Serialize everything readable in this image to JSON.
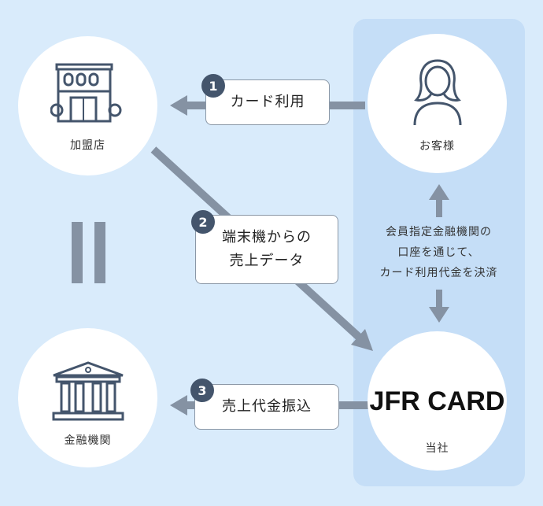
{
  "colors": {
    "background": "#d9ebfb",
    "panel": "#c5def7",
    "arrow": "#8592a3",
    "badge": "#44556c"
  },
  "nodes": {
    "merchant": {
      "label": "加盟店",
      "icon": "store-building-icon"
    },
    "customer": {
      "label": "お客様",
      "icon": "person-icon"
    },
    "bank": {
      "label": "金融機関",
      "icon": "bank-building-icon"
    },
    "company": {
      "label": "当社",
      "brand": "JFR CARD"
    }
  },
  "steps": [
    {
      "number": "1",
      "line1": "カード利用",
      "line2": ""
    },
    {
      "number": "2",
      "line1": "端末機からの",
      "line2": "売上データ"
    },
    {
      "number": "3",
      "line1": "売上代金振込",
      "line2": ""
    }
  ],
  "settlement_note": {
    "line1": "会員指定金融機関の",
    "line2": "口座を通じて、",
    "line3": "カード利用代金を決済"
  }
}
